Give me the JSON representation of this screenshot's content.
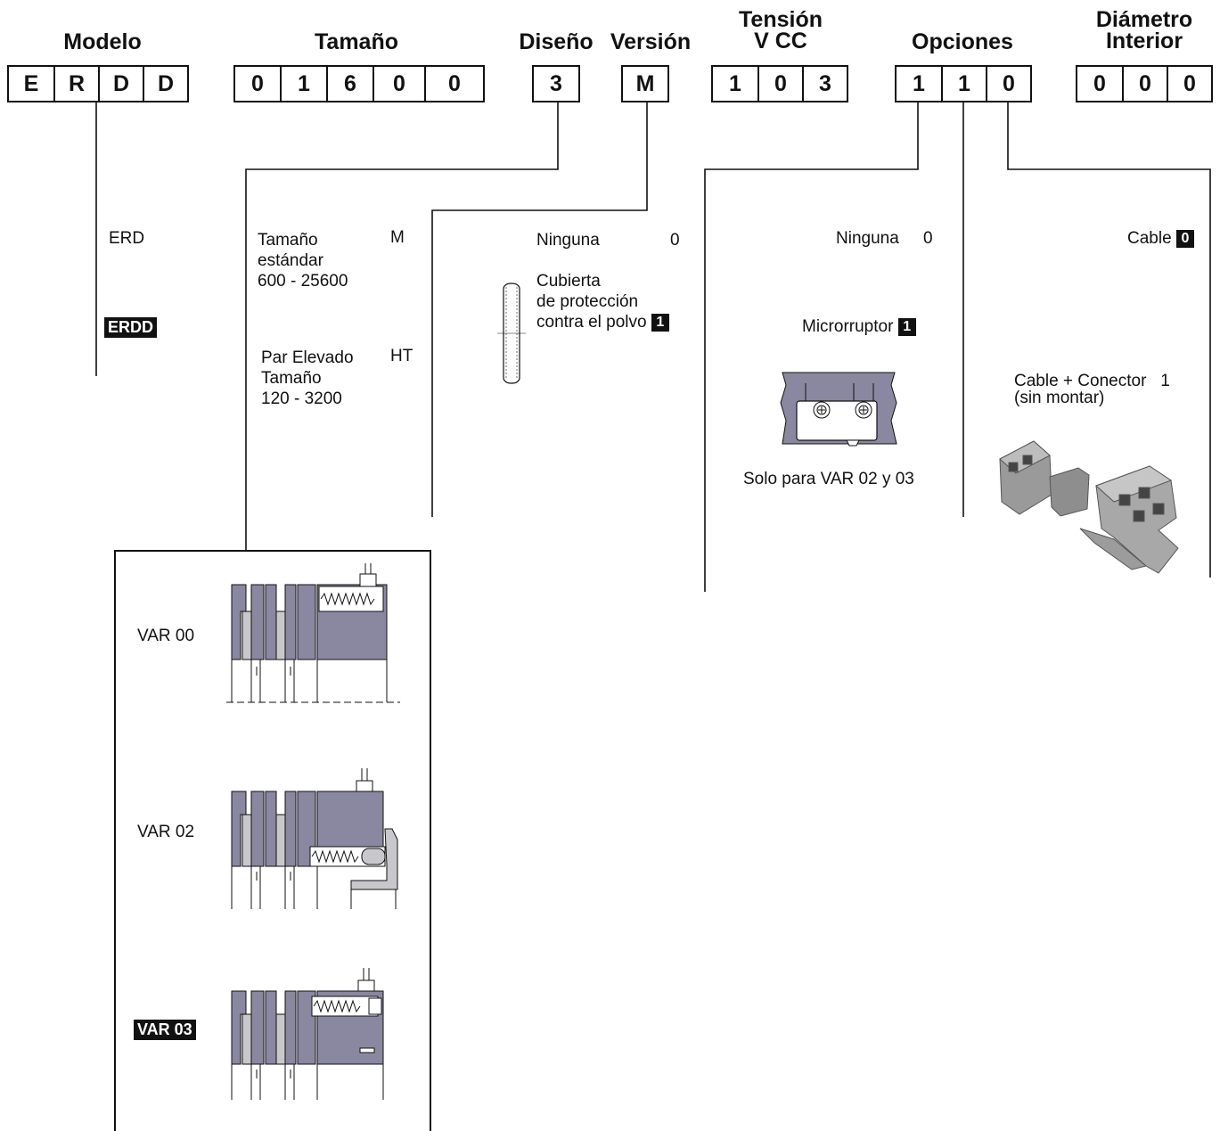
{
  "headers": {
    "modelo": "Modelo",
    "tamano": "Tamaño",
    "diseno": "Diseño",
    "version": "Versión",
    "tension_1": "Tensión",
    "tension_2": "V CC",
    "opciones": "Opciones",
    "diametro_1": "Diámetro",
    "diametro_2": "Interior"
  },
  "code": {
    "modelo": [
      "E",
      "R",
      "D",
      "D"
    ],
    "tamano": [
      "0",
      "1",
      "6",
      "0",
      "0"
    ],
    "diseno": [
      "3"
    ],
    "version": [
      "M"
    ],
    "tension": [
      "1",
      "0",
      "3"
    ],
    "opciones": [
      "1",
      "1",
      "0"
    ],
    "diametro": [
      "0",
      "0",
      "0"
    ]
  },
  "modelo_options": {
    "erd": "ERD",
    "erdd": "ERDD"
  },
  "tamano_options": {
    "std_1": "Tamaño",
    "std_2": "estándar",
    "std_3": "600 - 25600",
    "std_code": "M",
    "ht_1": "Par Elevado",
    "ht_2": "Tamaño",
    "ht_3": "120 - 3200",
    "ht_code": "HT"
  },
  "version_options": {
    "none": "Ninguna",
    "none_code": "0",
    "cover_1": "Cubierta",
    "cover_2": "de protección",
    "cover_3": "contra el polvo",
    "cover_code": "1"
  },
  "opciones_options": {
    "none": "Ninguna",
    "none_code": "0",
    "micro": "Microrruptor",
    "micro_code": "1",
    "note": "Solo para VAR 02 y 03"
  },
  "cable_options": {
    "cable": "Cable",
    "cable_code": "0",
    "connector": "Cable + Conector",
    "connector_code": "1",
    "connector_note": "(sin montar)"
  },
  "var_options": [
    "VAR 00",
    "VAR 02",
    "VAR 03"
  ],
  "colors": {
    "part": "#8a88a0",
    "light": "#c8c8cc",
    "ink": "#111111"
  }
}
